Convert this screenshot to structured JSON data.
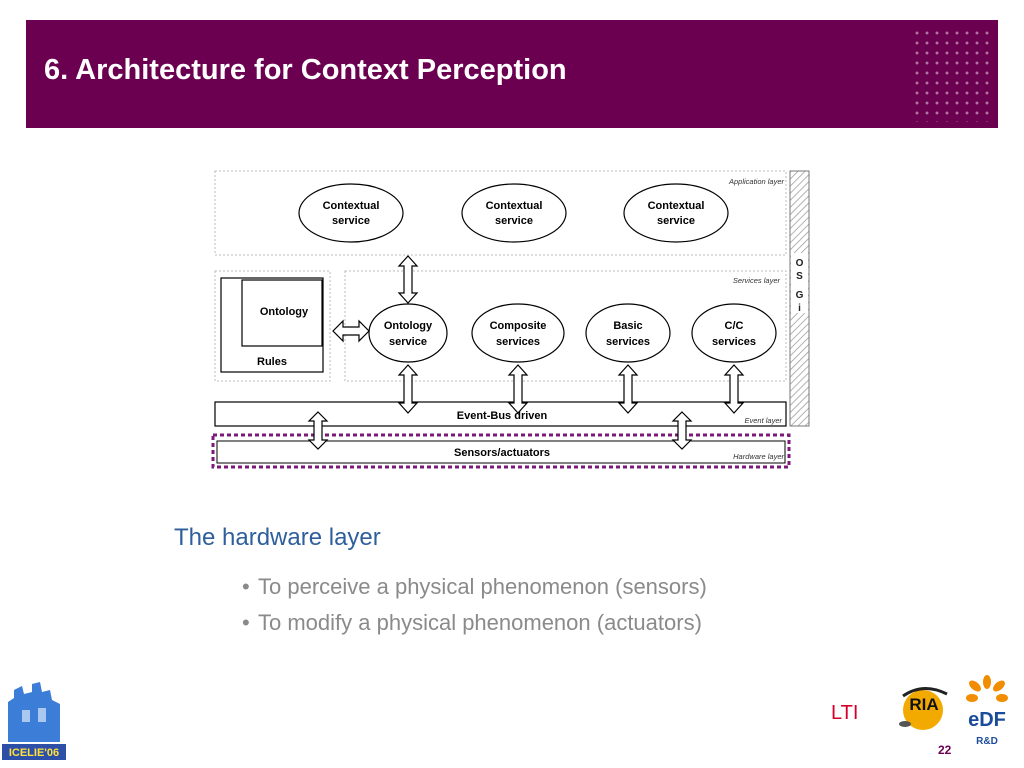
{
  "slide": {
    "title": "6. Architecture for Context Perception",
    "page_number": "22"
  },
  "diagram": {
    "layer_labels": {
      "application": "Application layer",
      "services": "Services layer",
      "event": "Event layer",
      "hardware": "Hardware layer"
    },
    "application_services": [
      [
        "Contextual",
        "service"
      ],
      [
        "Contextual",
        "service"
      ],
      [
        "Contextual",
        "service"
      ]
    ],
    "knowledge": {
      "ontology": "Ontology",
      "rules": "Rules"
    },
    "services": [
      [
        "Ontology",
        "service"
      ],
      [
        "Composite",
        "services"
      ],
      [
        "Basic",
        "services"
      ],
      [
        "C/C",
        "services"
      ]
    ],
    "event_bus": "Event-Bus driven",
    "sensors": "Sensors/actuators",
    "osgi": [
      "O",
      "S",
      "G",
      "i"
    ]
  },
  "content": {
    "heading": "The hardware layer",
    "bullets": [
      "To perceive a physical phenomenon (sensors)",
      "To modify a physical phenomenon (actuators)"
    ]
  },
  "footer": {
    "lti": "LTI",
    "icelie_logo_text": "ICELIE'06",
    "iria_logo_text": "RIA",
    "edf_logo_text": "eDF",
    "rd_text": "R&D"
  },
  "colors": {
    "title_bg": "#6b0050",
    "heading": "#2e5f9c",
    "bullet_text": "#8a8a8a",
    "lti": "#d4002a",
    "hardware_border": "#7b1a7b"
  }
}
